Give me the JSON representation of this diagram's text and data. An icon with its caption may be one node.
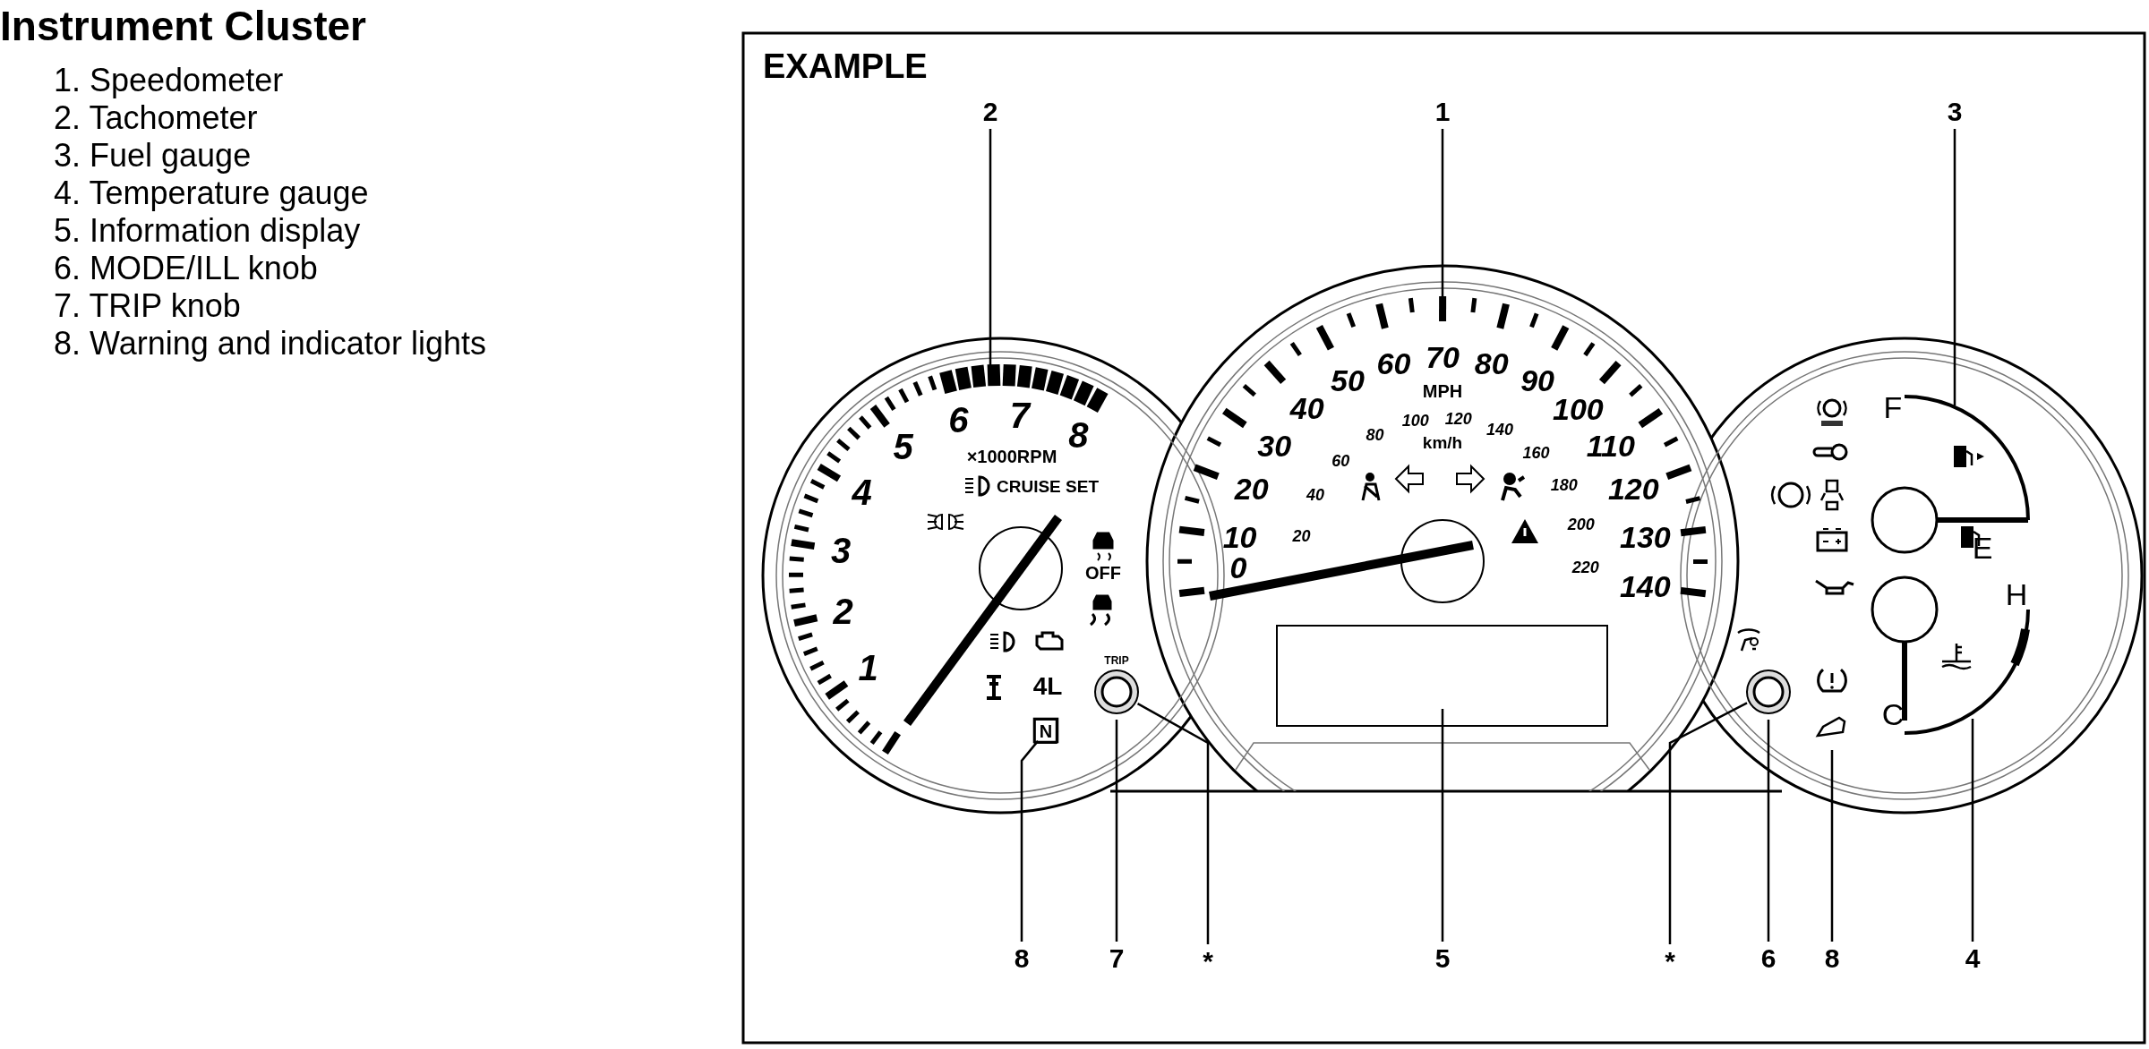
{
  "diagram": {
    "title": "Instrument Cluster",
    "nodes": [
      {
        "text": [
          "2"
        ]
      },
      {
        "text": [
          "1"
        ]
      },
      {
        "text": [
          "3"
        ]
      },
      {
        "text": [
          "8"
        ]
      },
      {
        "text": [
          "7"
        ]
      },
      {
        "text": [
          "*"
        ]
      },
      {
        "text": [
          "5"
        ]
      },
      {
        "text": [
          "*"
        ]
      },
      {
        "text": [
          "6"
        ]
      },
      {
        "text": [
          "8"
        ]
      },
      {
        "text": [
          "4"
        ]
      },
      {
        "text": [],
        "shape": "circle"
      },
      {
        "text": [],
        "shape": "circle"
      },
      {
        "text": [
          "N"
        ]
      }
    ],
    "edges": [
      {
        "from": 0,
        "to": null,
        "arrow": "none"
      },
      {
        "from": 1,
        "to": null,
        "arrow": "none"
      },
      {
        "from": 2,
        "to": null,
        "arrow": "none"
      },
      {
        "from": 3,
        "to": 13,
        "arrow": "none"
      },
      {
        "from": 4,
        "to": 11,
        "arrow": "none"
      },
      {
        "from": 5,
        "to": 11,
        "arrow": "none"
      },
      {
        "from": 6,
        "to": null,
        "arrow": "none"
      },
      {
        "from": 7,
        "to": 12,
        "arrow": "none"
      },
      {
        "from": 8,
        "to": 12,
        "arrow": "none"
      },
      {
        "from": 9,
        "to": null,
        "arrow": "none"
      },
      {
        "from": 10,
        "to": null,
        "arrow": "none"
      }
    ],
    "labels": [
      "1. Speedometer",
      "2. Tachometer",
      "3. Fuel gauge",
      "4. Temperature gauge",
      "5. Information display",
      "6. MODE/ILL knob",
      "7. TRIP knob",
      "8. Warning and indicator lights",
      "EXAMPLE",
      "1",
      "2",
      "3",
      "4",
      "5",
      "6",
      "7",
      "8",
      "×1000RPM",
      "CRUISE SET",
      "OFF",
      "4L",
      "TRIP",
      "0",
      "10",
      "20",
      "30",
      "40",
      "50",
      "60",
      "70",
      "80",
      "90",
      "100",
      "110",
      "120",
      "130",
      "140",
      "MPH",
      "km/h",
      "20",
      "40",
      "60",
      "80",
      "100",
      "120",
      "140",
      "160",
      "180",
      "200",
      "220",
      "F",
      "E",
      "H",
      "C"
    ]
  }
}
